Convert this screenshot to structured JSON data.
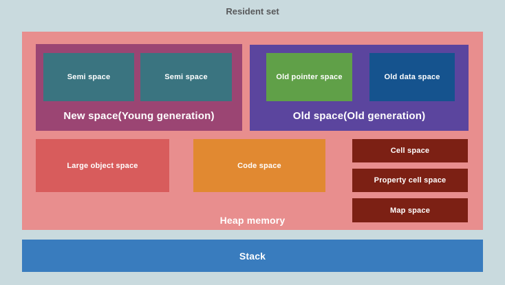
{
  "title": "Resident set",
  "heap": {
    "label": "Heap memory",
    "new_space": {
      "label": "New space(Young generation)",
      "semi_spaces": [
        "Semi space",
        "Semi space"
      ]
    },
    "old_space": {
      "label": "Old space(Old generation)",
      "old_pointer_space": "Old pointer space",
      "old_data_space": "Old data space"
    },
    "large_object_space": "Large object space",
    "code_space": "Code space",
    "cell_space": "Cell space",
    "property_cell_space": "Property cell space",
    "map_space": "Map space"
  },
  "stack": {
    "label": "Stack"
  },
  "colors": {
    "page_background": "#c9dade",
    "title_text": "#58595b",
    "heap": "#e88e8e",
    "new_space": "#9b4573",
    "semi_space": "#3a7480",
    "old_space": "#5b459e",
    "old_pointer_space": "#60a048",
    "old_data_space": "#15538e",
    "large_object_space": "#d85c5c",
    "code_space": "#e18931",
    "cell_space": "#7c2014",
    "stack": "#397cbe",
    "label_text": "#ffffff"
  }
}
